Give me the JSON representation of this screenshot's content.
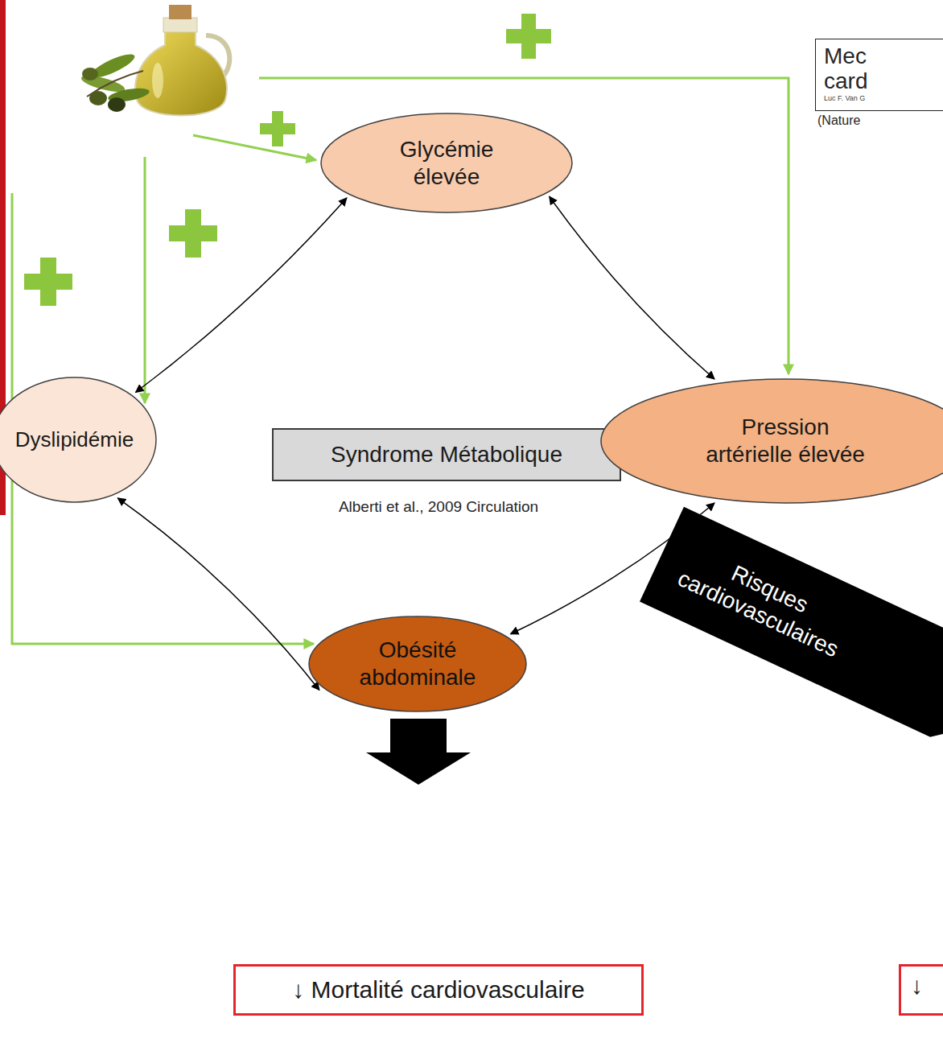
{
  "diagram": {
    "nodes": [
      {
        "text": [
          "Glycémie élevée"
        ]
      },
      {
        "text": [
          "Mec card",
          "Luc F. Van G"
        ]
      },
      {
        "text": [
          "Dyslipidémie"
        ]
      },
      {
        "text": [
          "Syndrome Métabolique"
        ]
      },
      {
        "text": [
          "Pression artérielle élevée"
        ]
      },
      {
        "text": [
          "Risques cardiovasculaires"
        ]
      },
      {
        "text": [
          "Obésité abdominale"
        ]
      },
      {
        "text": [
          "↓ Mortalité cardiovasculaire"
        ]
      },
      {
        "text": [
          "↓"
        ]
      }
    ],
    "edges": [
      {
        "from": 0,
        "to": 2,
        "arrow": "both"
      },
      {
        "from": 0,
        "to": 4,
        "arrow": "both"
      },
      {
        "from": 2,
        "to": 6,
        "arrow": "both"
      },
      {
        "from": 6,
        "to": 4,
        "arrow": "both"
      }
    ],
    "labels": [
      "Alberti et al., 2009 Circulation",
      "(Nature"
    ]
  }
}
